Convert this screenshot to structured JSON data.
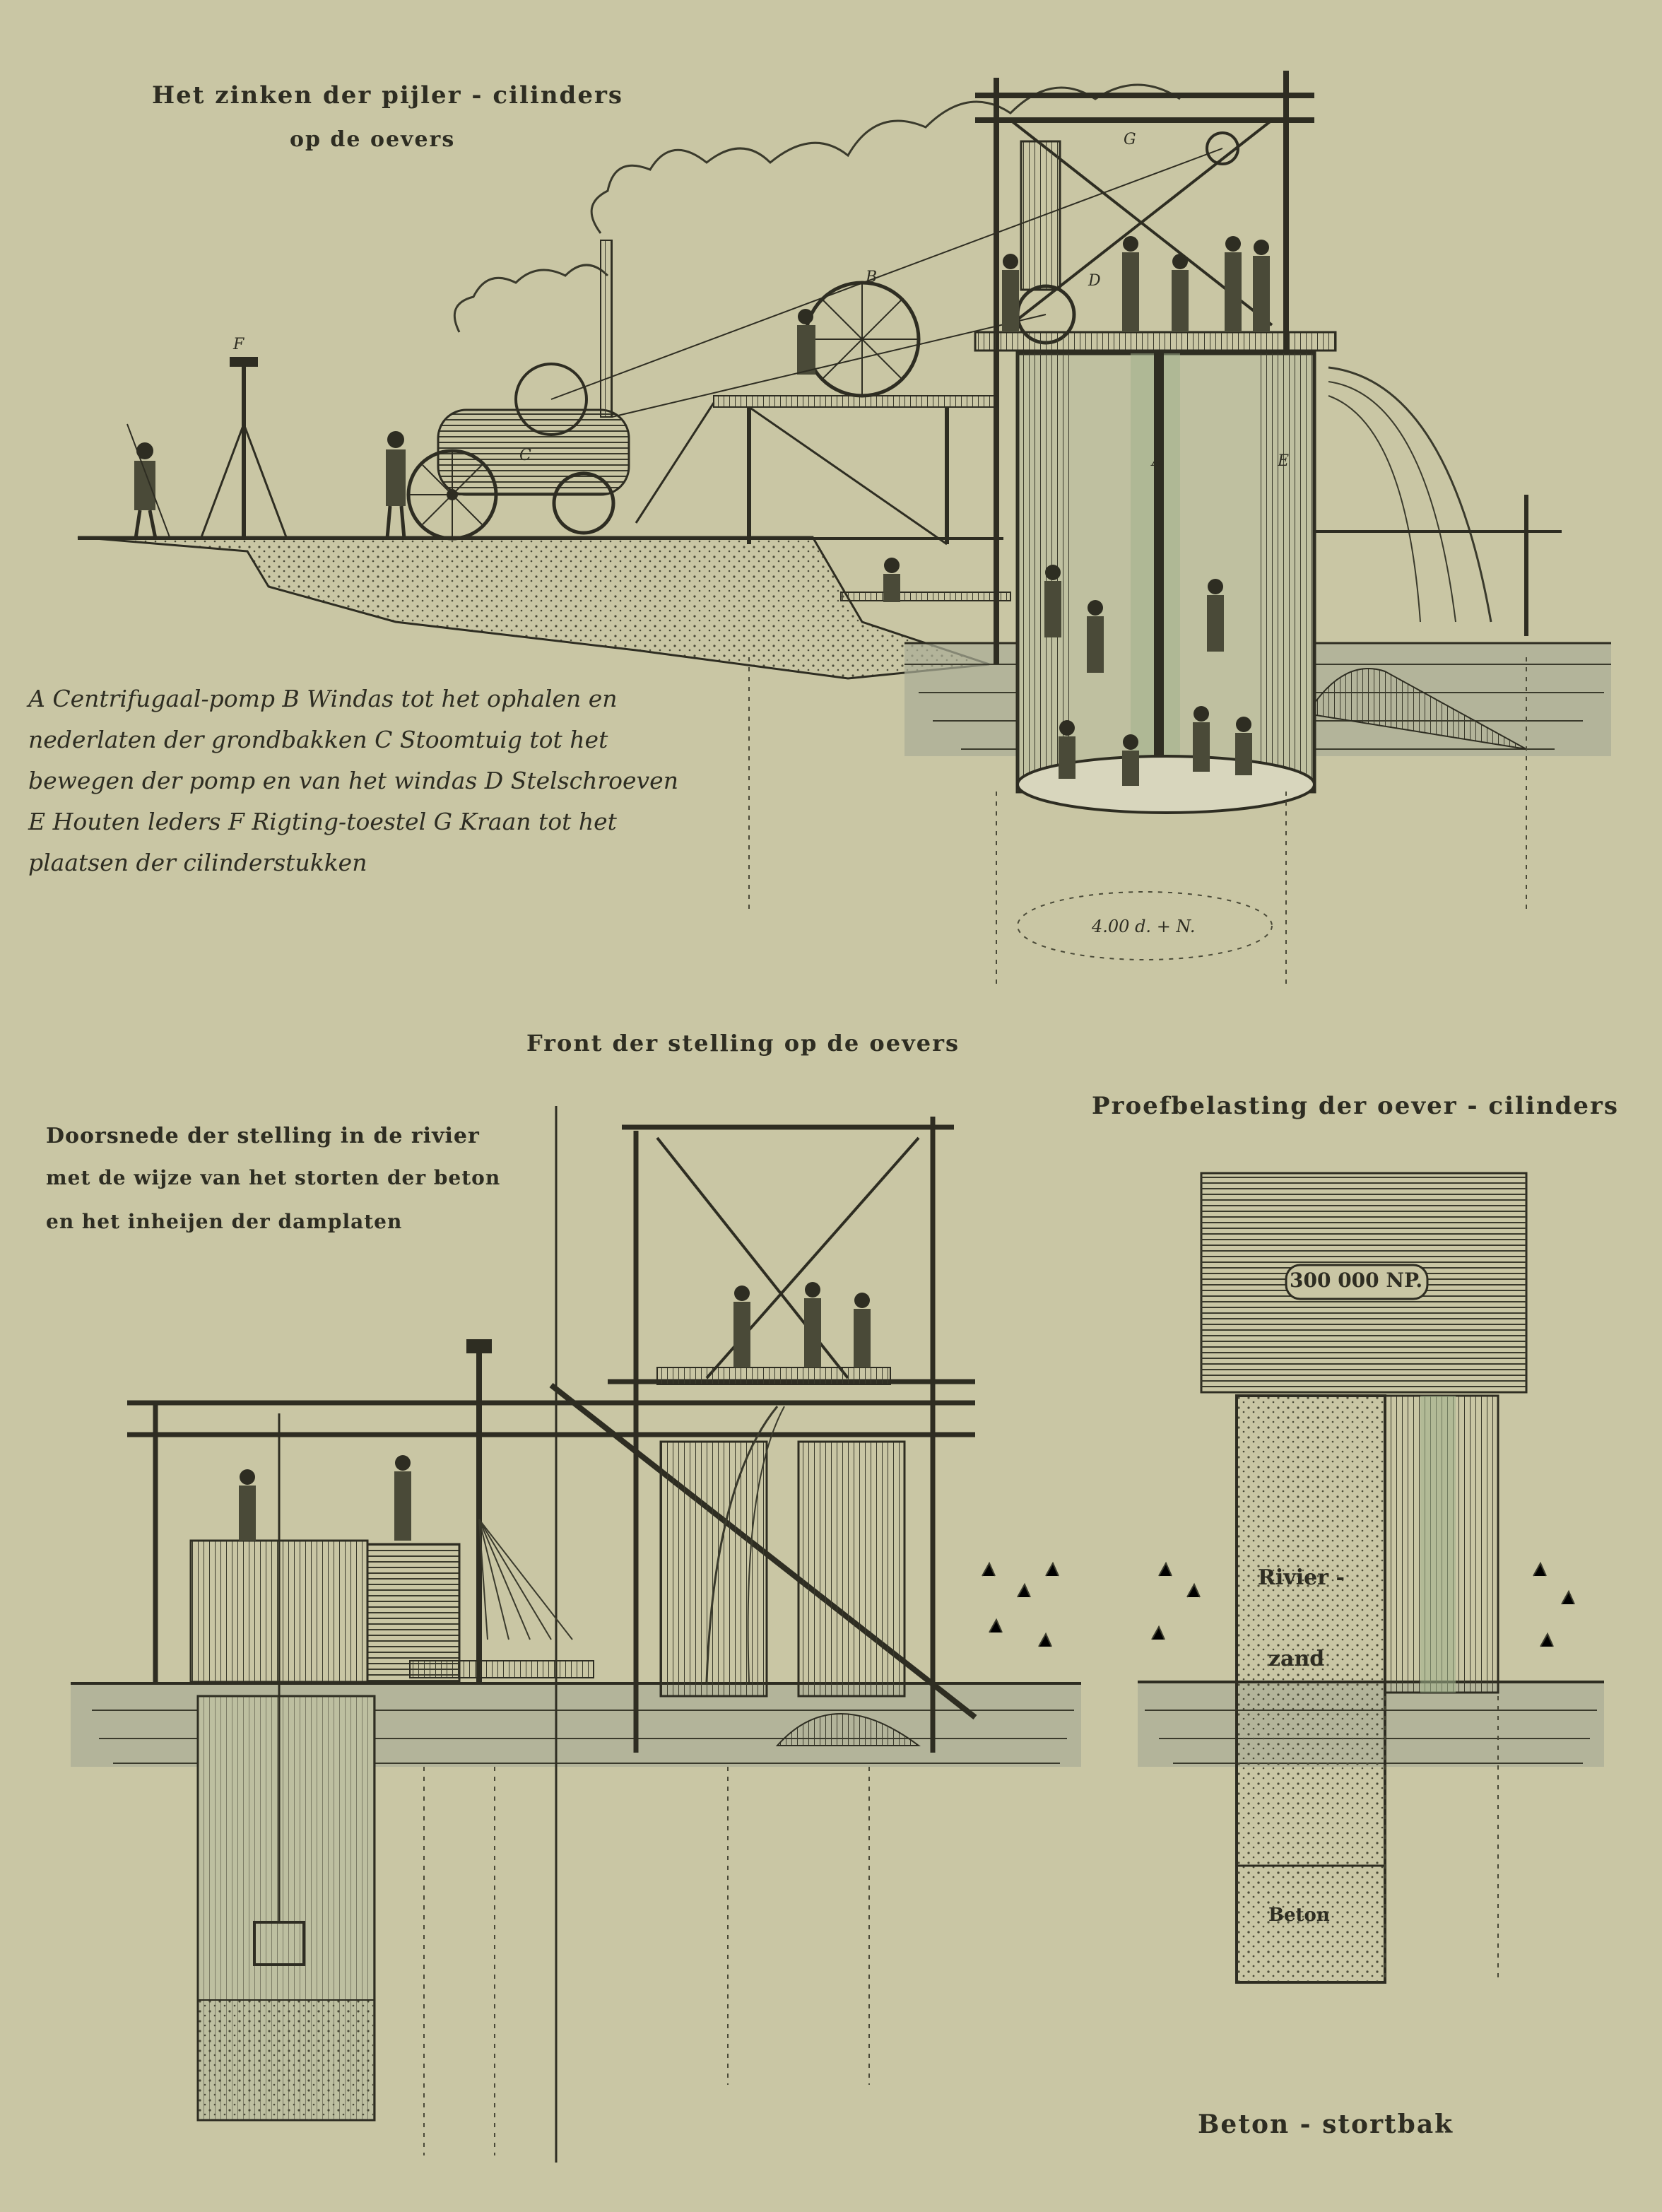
{
  "titles": {
    "top_line1": "Het zinken der pijler - cilinders",
    "top_line2": "op de oevers",
    "front": "Front der stelling op de oevers",
    "section_line1": "Doorsnede der stelling in de rivier",
    "section_line2": "met de wijze van het storten der beton",
    "section_line3": "en het inheijen der damplaten",
    "proof": "Proefbelasting der oever - cilinders",
    "bucket": "Beton - stortbak"
  },
  "legend": {
    "line1": "A Centrifugaal-pomp   B Windas tot het ophalen en",
    "line2": "nederlaten der grondbakken   C Stoomtuig tot het",
    "line3": "bewegen der pomp en van het windas   D Stelschroeven",
    "line4": "E Houten leders   F Rigting-toestel   G Kraan tot het",
    "line5": "plaatsen der cilinderstukken"
  },
  "labels": {
    "A": "A",
    "B": "B",
    "C": "C",
    "D": "D",
    "E": "E",
    "F": "F",
    "G": "G",
    "dimension": "4.00 d. + N.",
    "load": "300 000 NP.",
    "rivier": "Rivier -",
    "zand": "zand",
    "beton": "Beton"
  },
  "colors": {
    "paper": "#c9c6a4",
    "ink": "#2e2d22",
    "water": "#a9ad95",
    "green_tint": "#9fb08a"
  }
}
